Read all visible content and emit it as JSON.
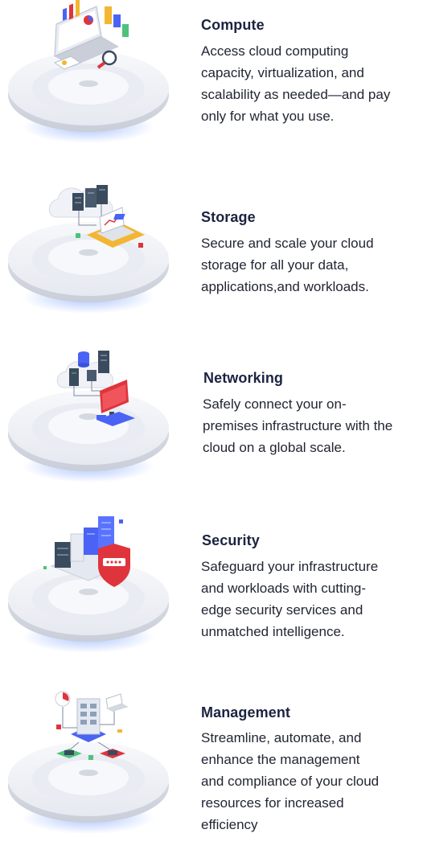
{
  "services": [
    {
      "title": "Compute",
      "lines": [
        "Access cloud computing",
        "capacity, virtualization, and",
        "scalability as needed—and pay",
        "only for what you use."
      ]
    },
    {
      "title": "Storage",
      "lines": [
        "Secure and scale your cloud",
        "storage for all your data,",
        "applications,and workloads."
      ]
    },
    {
      "title": "Networking",
      "lines": [
        "Safely connect your on-",
        "premises infrastructure with the",
        "cloud on a global scale."
      ]
    },
    {
      "title": "Security",
      "lines": [
        "Safeguard your infrastructure",
        "and workloads with cutting-",
        "edge security services and",
        "unmatched intelligence."
      ]
    },
    {
      "title": "Management",
      "lines": [
        "Streamline, automate, and",
        "enhance the management",
        "and compliance of your cloud",
        "resources for increased",
        "efficiency"
      ]
    }
  ],
  "colors": {
    "title": "#1b2340",
    "body": "#222633",
    "platform": "#eef0f5",
    "glow": "#a9c4ff",
    "accent_blue": "#4a63f5",
    "accent_red": "#e0343d",
    "server_dark": "#3b4b5e"
  },
  "icons": [
    "laptop-charts-icon",
    "cloud-storage-icon",
    "network-servers-icon",
    "security-shield-icon",
    "management-hub-icon"
  ]
}
